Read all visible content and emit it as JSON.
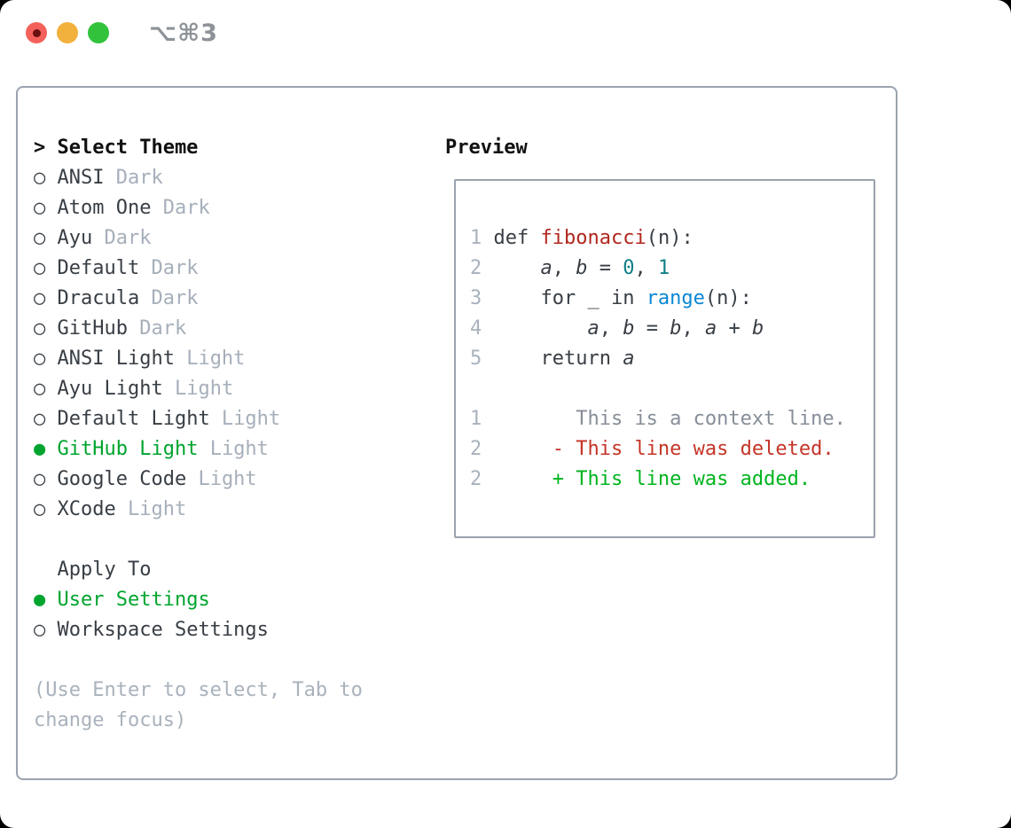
{
  "titlebar": {
    "shortcut_label": "⌥⌘3",
    "buttons": [
      "close",
      "minimize",
      "zoom"
    ]
  },
  "markers": {
    "header_prefix": "> ",
    "selected": "●",
    "unselected": "○"
  },
  "theme_list": {
    "header": "Select Theme",
    "items": [
      {
        "name": "ANSI",
        "variant": "Dark",
        "selected": false
      },
      {
        "name": "Atom One",
        "variant": "Dark",
        "selected": false
      },
      {
        "name": "Ayu",
        "variant": "Dark",
        "selected": false
      },
      {
        "name": "Default",
        "variant": "Dark",
        "selected": false
      },
      {
        "name": "Dracula",
        "variant": "Dark",
        "selected": false
      },
      {
        "name": "GitHub",
        "variant": "Dark",
        "selected": false
      },
      {
        "name": "ANSI Light",
        "variant": "Light",
        "selected": false
      },
      {
        "name": "Ayu Light",
        "variant": "Light",
        "selected": false
      },
      {
        "name": "Default Light",
        "variant": "Light",
        "selected": false
      },
      {
        "name": "GitHub Light",
        "variant": "Light",
        "selected": true
      },
      {
        "name": "Google Code",
        "variant": "Light",
        "selected": false
      },
      {
        "name": "XCode",
        "variant": "Light",
        "selected": false
      }
    ]
  },
  "apply_to": {
    "header": "Apply To",
    "options": [
      {
        "name": "User Settings",
        "selected": true
      },
      {
        "name": "Workspace Settings",
        "selected": false
      }
    ]
  },
  "hint_text": "(Use Enter to select, Tab to\nchange focus)",
  "preview": {
    "title": "Preview",
    "lines": [
      {
        "num": "1",
        "kind": "code-line-python",
        "tokens": [
          {
            "t": "def ",
            "s": "code"
          },
          {
            "t": "fibonacci",
            "s": "func"
          },
          {
            "t": "(n):",
            "s": "code"
          }
        ]
      },
      {
        "num": "2",
        "kind": "code-line-python",
        "tokens": [
          {
            "t": "    ",
            "s": "code"
          },
          {
            "t": "a",
            "s": "var"
          },
          {
            "t": ", ",
            "s": "code"
          },
          {
            "t": "b",
            "s": "var"
          },
          {
            "t": " = ",
            "s": "code"
          },
          {
            "t": "0",
            "s": "num"
          },
          {
            "t": ", ",
            "s": "code"
          },
          {
            "t": "1",
            "s": "num"
          }
        ]
      },
      {
        "num": "3",
        "kind": "code-line-python",
        "tokens": [
          {
            "t": "    for _ in ",
            "s": "code"
          },
          {
            "t": "range",
            "s": "builtin"
          },
          {
            "t": "(n):",
            "s": "code"
          }
        ]
      },
      {
        "num": "4",
        "kind": "code-line-python",
        "tokens": [
          {
            "t": "        ",
            "s": "code"
          },
          {
            "t": "a",
            "s": "var"
          },
          {
            "t": ", ",
            "s": "code"
          },
          {
            "t": "b",
            "s": "var"
          },
          {
            "t": " = ",
            "s": "code"
          },
          {
            "t": "b",
            "s": "var"
          },
          {
            "t": ", ",
            "s": "code"
          },
          {
            "t": "a",
            "s": "var"
          },
          {
            "t": " + ",
            "s": "code"
          },
          {
            "t": "b",
            "s": "var"
          }
        ]
      },
      {
        "num": "5",
        "kind": "code-line-python",
        "tokens": [
          {
            "t": "    return ",
            "s": "code"
          },
          {
            "t": "a",
            "s": "var"
          }
        ]
      },
      {
        "kind": "code-line-blank",
        "tokens": []
      },
      {
        "num": "1",
        "kind": "diff-line-context",
        "tokens": [
          {
            "t": "       This is a context line.",
            "s": "ctx"
          }
        ]
      },
      {
        "num": "2",
        "kind": "diff-line-deleted",
        "tokens": [
          {
            "t": "     - This line was deleted.",
            "s": "del"
          }
        ]
      },
      {
        "num": "2",
        "kind": "diff-line-added",
        "tokens": [
          {
            "t": "     + This line was added.",
            "s": "add"
          }
        ]
      }
    ]
  },
  "colors": {
    "selection_green": "#00a42e",
    "added_green": "#00b41e",
    "deleted_red": "#c43528",
    "function_red": "#b0261d",
    "builtin_blue": "#0a87d4",
    "number_teal": "#0e7f85",
    "context_gray": "#868e98",
    "muted_gray": "#a6afba",
    "text_dark": "#383e45",
    "panel_border": "#9aa3ae",
    "traffic_red": "#f4615a",
    "traffic_yellow": "#f2b13c",
    "traffic_green": "#33c23c"
  }
}
